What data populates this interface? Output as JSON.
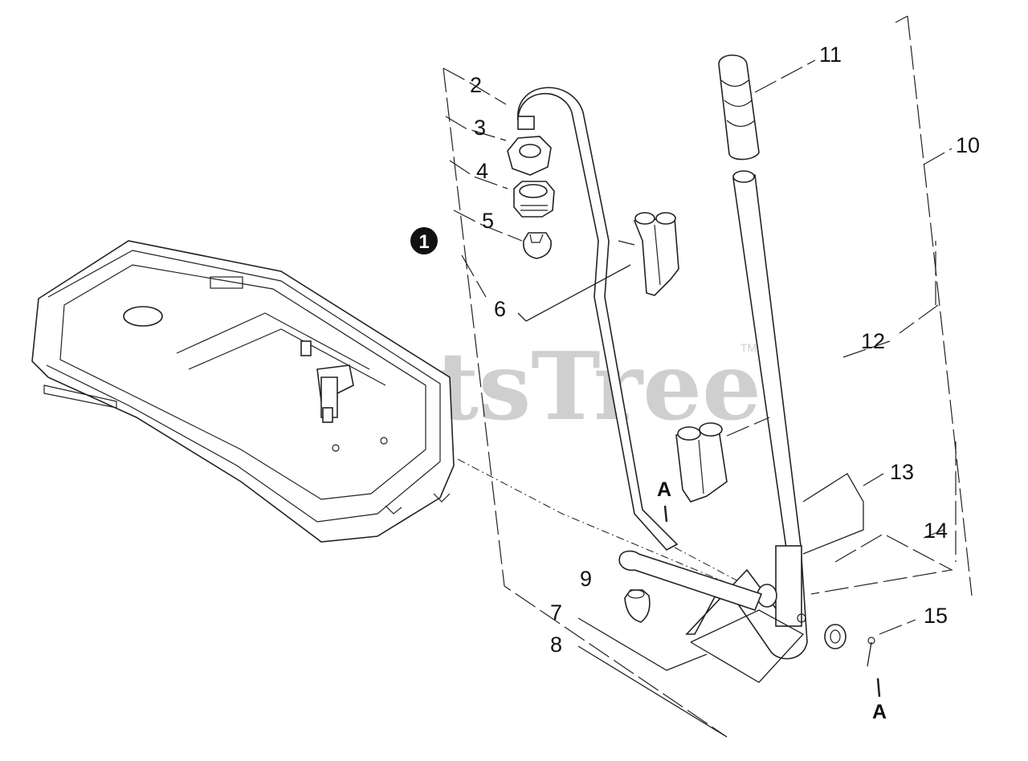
{
  "watermark": {
    "text": "PartsTree",
    "tm": "TM"
  },
  "callout_badge": "1",
  "part_labels": {
    "p2": "2",
    "p3": "3",
    "p4": "4",
    "p5": "5",
    "p6": "6",
    "p7": "7",
    "p8": "8",
    "p9": "9",
    "p10": "10",
    "p11": "11",
    "p12": "12",
    "p13": "13",
    "p14": "14",
    "p15": "15"
  },
  "connection_labels": {
    "a_top": "A",
    "a_bottom": "A"
  }
}
